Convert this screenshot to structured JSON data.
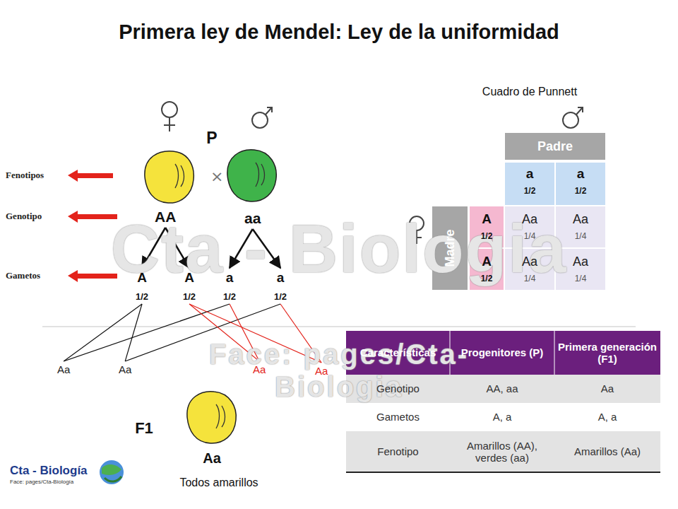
{
  "diagram": {
    "title": "Primera ley de Mendel: Ley de la uniformidad",
    "nodes": [
      {
        "text": [
          "AA"
        ]
      },
      {
        "text": [
          "aa"
        ]
      },
      {
        "text": [
          "A",
          "1/2"
        ]
      },
      {
        "text": [
          "A",
          "1/2"
        ]
      },
      {
        "text": [
          "a",
          "1/2"
        ]
      },
      {
        "text": [
          "a",
          "1/2"
        ]
      },
      {
        "text": [
          "Aa"
        ]
      },
      {
        "text": [
          "Aa"
        ]
      },
      {
        "text": [
          "Aa"
        ]
      },
      {
        "text": [
          "Aa"
        ]
      }
    ],
    "edges": [
      {
        "from": 0,
        "to": 2,
        "arrow": "to"
      },
      {
        "from": 0,
        "to": 3,
        "arrow": "to"
      },
      {
        "from": 1,
        "to": 4,
        "arrow": "to"
      },
      {
        "from": 1,
        "to": 5,
        "arrow": "to"
      },
      {
        "from": 2,
        "to": 6,
        "arrow": "none"
      },
      {
        "from": 4,
        "to": 6,
        "arrow": "none"
      },
      {
        "from": 2,
        "to": 7,
        "arrow": "none"
      },
      {
        "from": 5,
        "to": 7,
        "arrow": "none"
      },
      {
        "from": 3,
        "to": 8,
        "arrow": "none"
      },
      {
        "from": 4,
        "to": 8,
        "arrow": "none"
      },
      {
        "from": 3,
        "to": 9,
        "arrow": "none"
      },
      {
        "from": 5,
        "to": 9,
        "arrow": "none"
      }
    ],
    "labels": [
      "Fenotipos",
      "Genotipo",
      "Gametos",
      "P",
      "F1",
      "Aa",
      "Todos amarillos",
      "Cuadro de Punnett",
      "Padre",
      "a",
      "1/2",
      "a",
      "1/2",
      "Madre",
      "A",
      "1/2",
      "A",
      "1/2",
      "Aa",
      "1/4",
      "Aa",
      "1/4",
      "Aa",
      "1/4",
      "Aa",
      "1/4",
      "Características",
      "Progenitores (P)",
      "Primera generación (F1)",
      "Genotipo",
      "AA, aa",
      "Aa",
      "Gametos",
      "A, a",
      "A, a",
      "Fenotipo",
      "Amarillos (AA), verdes (aa)",
      "Amarillos (Aa)",
      "Cta - Biologia",
      "Face: pages/Cta-Biologia",
      "Cta - Biología",
      "Face: pages/Cta-Biología"
    ]
  }
}
